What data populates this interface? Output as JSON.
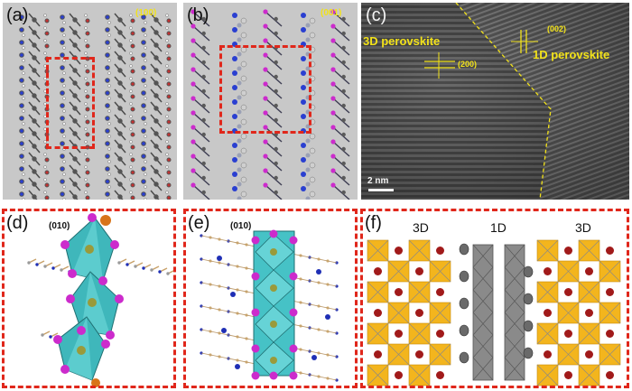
{
  "panels": {
    "a": {
      "label": "(a)",
      "orientation": "(100)",
      "orientation_color": "#f2e21a"
    },
    "b": {
      "label": "(b)",
      "orientation": "(001)",
      "orientation_color": "#f2e21a"
    },
    "c": {
      "label": "(c)",
      "phase_3d": "3D perovskite",
      "phase_1d": "1D perovskite",
      "plane_3d": "(200)",
      "plane_1d": "(002)",
      "scale_bar": "2 nm",
      "annotation_color": "#f2e21a"
    },
    "d": {
      "label": "(d)",
      "orientation": "(010)"
    },
    "e": {
      "label": "(e)",
      "orientation": "(010)"
    },
    "f": {
      "label": "(f)",
      "left": "3D",
      "middle": "1D",
      "right": "3D"
    }
  },
  "colors": {
    "frame_red": "#e0271b",
    "panel_gray": "#c8c8c8",
    "octahedron_cyan": "#46c2c6",
    "octahedron_yellow": "#f3b51d",
    "atom_magenta": "#cc2bcc",
    "atom_orange": "#d8741a",
    "atom_darkred": "#a11a1a"
  }
}
